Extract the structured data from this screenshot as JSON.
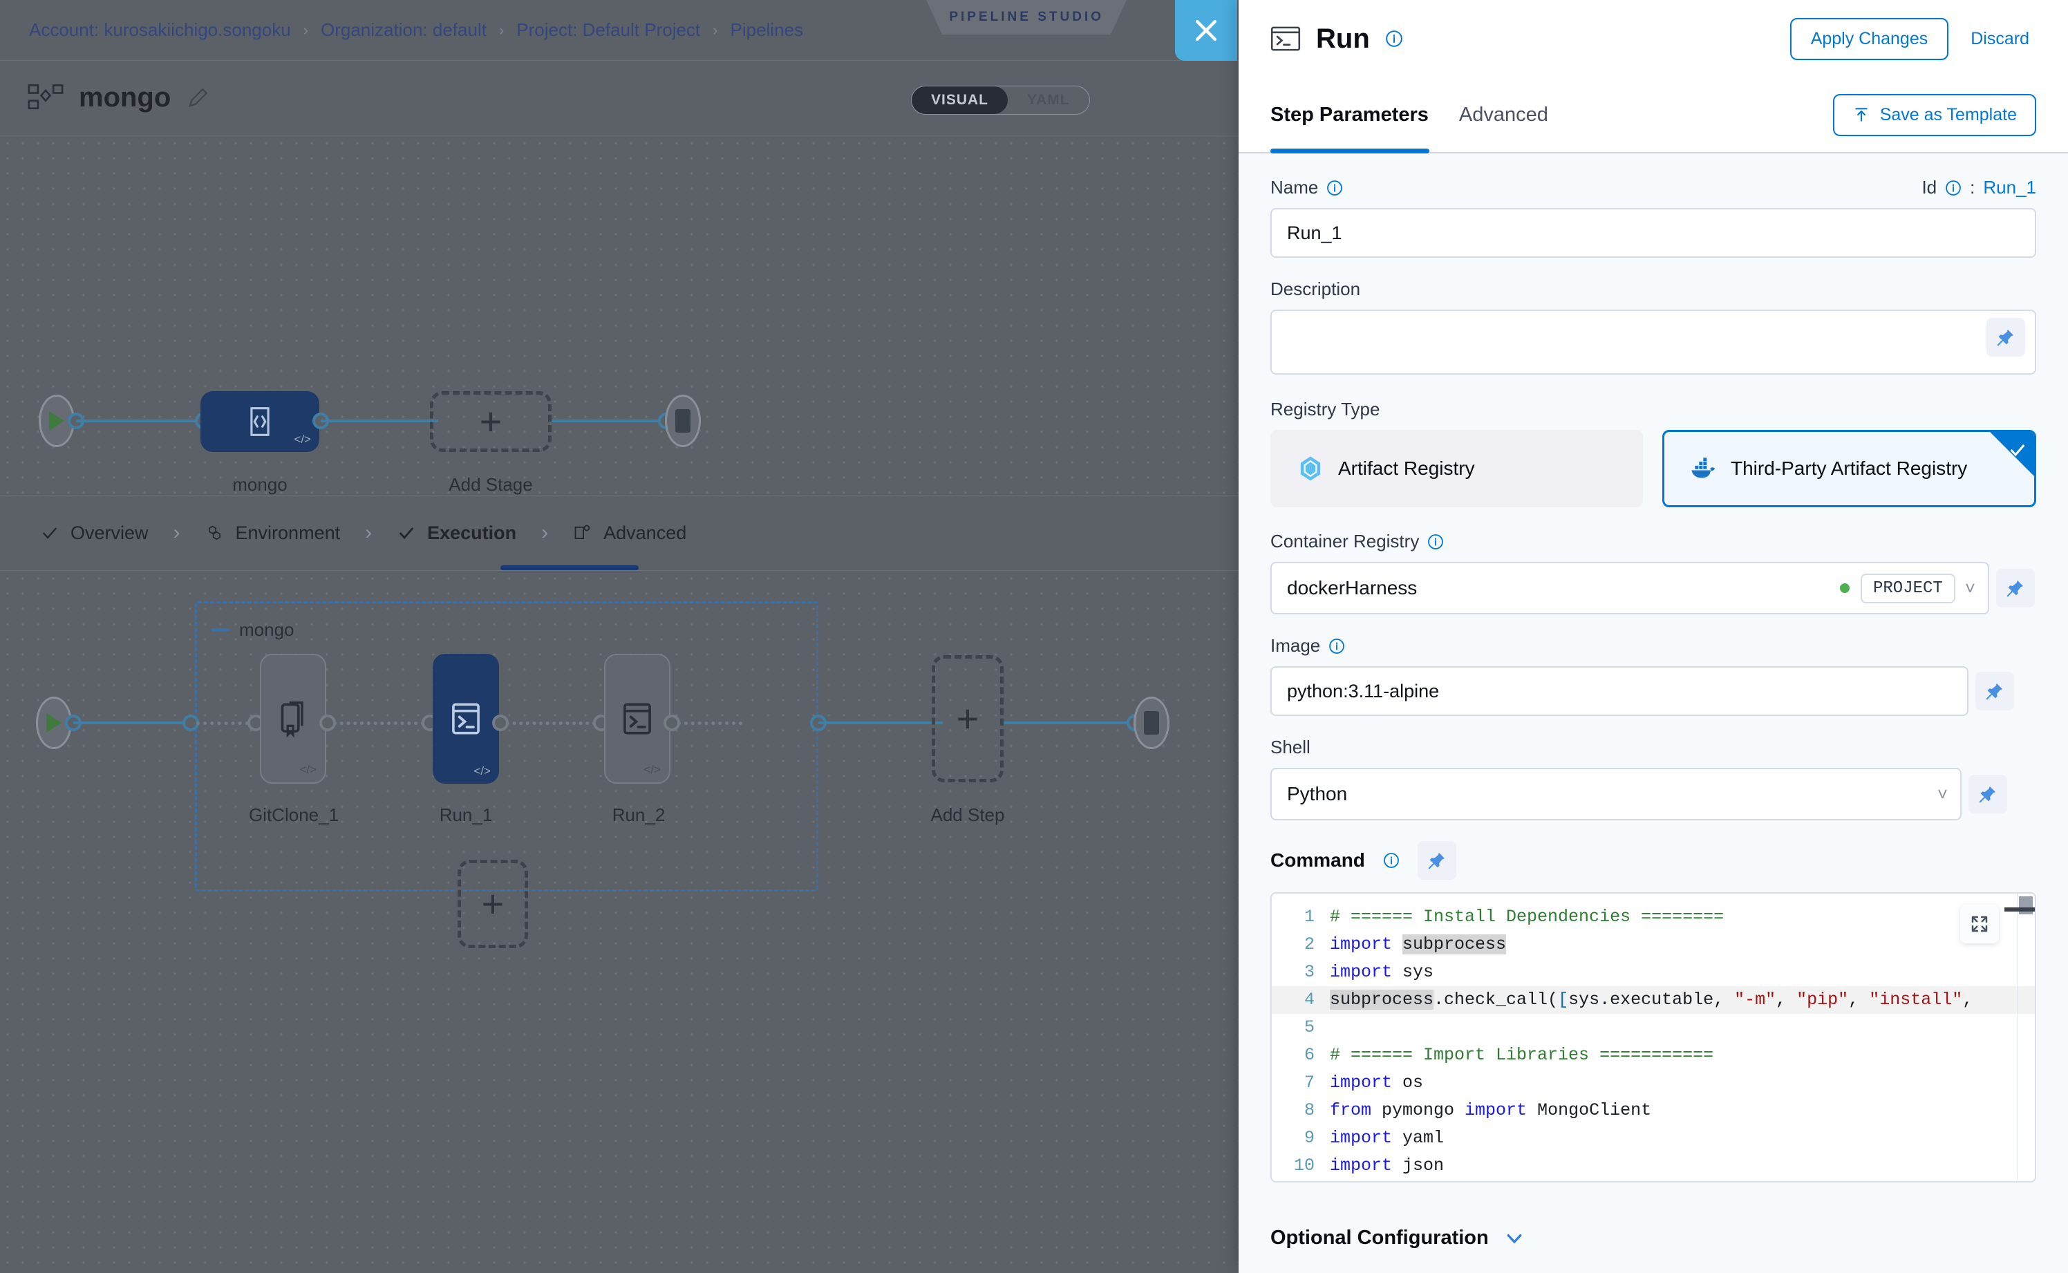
{
  "breadcrumb": {
    "items": [
      {
        "label": "Account: kurosakiichigo.songoku"
      },
      {
        "label": "Organization: default"
      },
      {
        "label": "Project: Default Project"
      },
      {
        "label": "Pipelines"
      }
    ],
    "separator": "›"
  },
  "studio": {
    "badge": "PIPELINE STUDIO",
    "close_icon": "close-icon",
    "pipeline_name": "mongo",
    "pipeline_icon": "pipeline-icon",
    "edit_icon": "pencil-icon",
    "view_toggle": {
      "visual": "VISUAL",
      "yaml": "YAML",
      "selected": "VISUAL"
    }
  },
  "stage_canvas": {
    "start_icon": "play-icon",
    "end_icon": "stop-icon",
    "stage_node": {
      "label": "mongo",
      "icon": "code-brackets-icon",
      "selected": true
    },
    "add_stage": {
      "label": "Add Stage",
      "icon": "plus-icon"
    }
  },
  "stage_tabs": {
    "items": [
      {
        "label": "Overview",
        "icon": "check-icon",
        "active": false
      },
      {
        "label": "Environment",
        "icon": "hex-icon",
        "active": false
      },
      {
        "label": "Execution",
        "icon": "check-icon",
        "active": true
      },
      {
        "label": "Advanced",
        "icon": "gear-doc-icon",
        "active": false
      }
    ],
    "separator": "›"
  },
  "execution_canvas": {
    "group_label": "mongo",
    "start_icon": "play-icon",
    "end_icon": "stop-icon",
    "steps": [
      {
        "label": "GitClone_1",
        "icon": "git-clone-icon",
        "selected": false
      },
      {
        "label": "Run_1",
        "icon": "terminal-icon",
        "selected": true
      },
      {
        "label": "Run_2",
        "icon": "terminal-icon",
        "selected": false
      }
    ],
    "add_step": {
      "label": "Add Step",
      "icon": "plus-icon"
    },
    "add_parallel": {
      "icon": "plus-icon"
    }
  },
  "panel": {
    "title": "Run",
    "title_icon": "terminal-icon",
    "title_info_icon": "info-icon",
    "apply_label": "Apply Changes",
    "discard_label": "Discard",
    "tabs": [
      {
        "label": "Step Parameters",
        "active": true
      },
      {
        "label": "Advanced",
        "active": false
      }
    ],
    "save_template_label": "Save as Template",
    "save_template_icon": "upload-icon",
    "fields": {
      "name_label": "Name",
      "name_info_icon": "info-icon",
      "name_value": "Run_1",
      "id_label": "Id",
      "id_info_icon": "info-icon",
      "id_separator": ":",
      "id_value": "Run_1",
      "description_label": "Description",
      "description_value": "",
      "description_placeholder": "",
      "description_pin_icon": "pin-icon",
      "registry_type_label": "Registry Type",
      "registry_options": [
        {
          "label": "Artifact Registry",
          "icon": "harness-artifact-icon",
          "selected": false
        },
        {
          "label": "Third-Party Artifact Registry",
          "icon": "docker-icon",
          "selected": true
        }
      ],
      "container_registry_label": "Container Registry",
      "container_registry_info_icon": "info-icon",
      "container_registry_value": "dockerHarness",
      "container_registry_scope": "PROJECT",
      "container_registry_pin_icon": "pin-icon",
      "image_label": "Image",
      "image_info_icon": "info-icon",
      "image_value": "python:3.11-alpine",
      "image_pin_icon": "pin-icon",
      "shell_label": "Shell",
      "shell_value": "Python",
      "shell_pin_icon": "pin-icon",
      "command_label": "Command",
      "command_info_icon": "info-icon",
      "command_pin_icon": "pin-icon",
      "expand_icon": "expand-icon"
    },
    "code_lines": [
      {
        "n": "1",
        "tokens": [
          {
            "t": "# ====== Install Dependencies ========",
            "c": "cm"
          }
        ]
      },
      {
        "n": "2",
        "tokens": [
          {
            "t": "import ",
            "c": "k"
          },
          {
            "t": "subprocess",
            "c": "hlw"
          }
        ]
      },
      {
        "n": "3",
        "tokens": [
          {
            "t": "import ",
            "c": "k"
          },
          {
            "t": "sys",
            "c": ""
          }
        ]
      },
      {
        "n": "4",
        "hl": true,
        "tokens": [
          {
            "t": "subprocess",
            "c": "hlw"
          },
          {
            "t": ".check_call(",
            "c": ""
          },
          {
            "t": "[",
            "c": "br"
          },
          {
            "t": "sys.executable, ",
            "c": ""
          },
          {
            "t": "\"-m\"",
            "c": "s"
          },
          {
            "t": ", ",
            "c": ""
          },
          {
            "t": "\"pip\"",
            "c": "s"
          },
          {
            "t": ", ",
            "c": ""
          },
          {
            "t": "\"install\"",
            "c": "s"
          },
          {
            "t": ",",
            "c": ""
          }
        ]
      },
      {
        "n": "5",
        "tokens": [
          {
            "t": "",
            "c": ""
          }
        ]
      },
      {
        "n": "6",
        "tokens": [
          {
            "t": "# ====== Import Libraries ===========",
            "c": "cm"
          }
        ]
      },
      {
        "n": "7",
        "tokens": [
          {
            "t": "import ",
            "c": "k"
          },
          {
            "t": "os",
            "c": ""
          }
        ]
      },
      {
        "n": "8",
        "tokens": [
          {
            "t": "from ",
            "c": "k"
          },
          {
            "t": "pymongo ",
            "c": ""
          },
          {
            "t": "import ",
            "c": "k"
          },
          {
            "t": "MongoClient",
            "c": ""
          }
        ]
      },
      {
        "n": "9",
        "tokens": [
          {
            "t": "import ",
            "c": "k"
          },
          {
            "t": "yaml",
            "c": ""
          }
        ]
      },
      {
        "n": "10",
        "tokens": [
          {
            "t": "import ",
            "c": "k"
          },
          {
            "t": "json",
            "c": ""
          }
        ]
      }
    ],
    "optional_config_label": "Optional Configuration",
    "optional_config_icon": "chevron-down-icon"
  },
  "colors": {
    "accent": "#0278d5",
    "node_selected": "#1d3a68",
    "edge": "#3f7fa6",
    "close_btn": "#4aadde",
    "comment_green": "#2e7d32",
    "string_red": "#a31515",
    "keyword_blue": "#1a1ae6",
    "backdrop": "#5c6168"
  }
}
